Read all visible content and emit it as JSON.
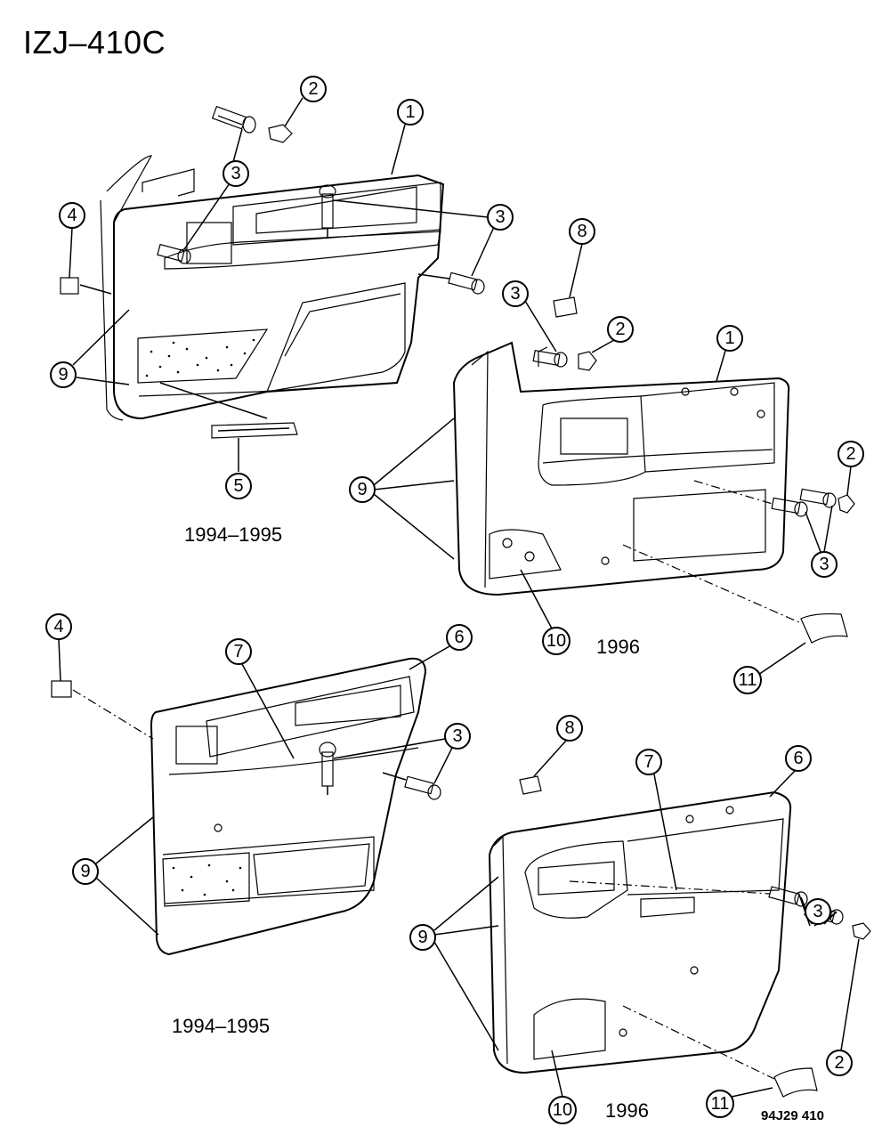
{
  "page_code": "IZJ–410C",
  "reference": "94J29  410",
  "panels": [
    {
      "label": "1994–1995"
    },
    {
      "label": "1996"
    },
    {
      "label": "1994–1995"
    },
    {
      "label": "1996"
    }
  ],
  "callouts": {
    "c1": "1",
    "c2": "2",
    "c3": "3",
    "c4": "4",
    "c5": "5",
    "c6": "6",
    "c7": "7",
    "c8": "8",
    "c9": "9",
    "c10": "10",
    "c11": "11"
  },
  "colors": {
    "line": "#000000",
    "background": "#ffffff"
  }
}
